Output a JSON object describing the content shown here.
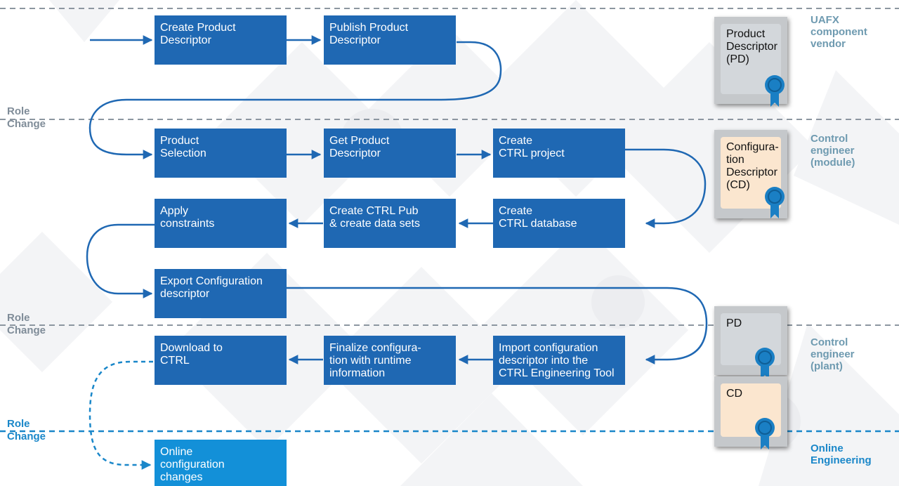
{
  "lanes": [
    {
      "id": "vendor",
      "label": "UAFX\ncomponent\nvendor"
    },
    {
      "id": "module",
      "label": "Control\nengineer\n(module)"
    },
    {
      "id": "plant",
      "label": "Control\nengineer\n(plant)"
    },
    {
      "id": "online",
      "label": "Online\nEngineering"
    }
  ],
  "role_change_label": "Role\nChange",
  "steps": {
    "create_pd": "Create Product\nDescriptor",
    "publish_pd": "Publish Product\nDescriptor",
    "product_selection": "Product\nSelection",
    "get_pd": "Get Product\nDescriptor",
    "create_project": "Create\nCTRL project",
    "apply_constraints": "Apply\nconstraints",
    "create_pub": "Create CTRL Pub\n& create data sets",
    "create_database": "Create\nCTRL database",
    "export_cd": "Export Configuration\ndescriptor",
    "download": "Download to\nCTRL",
    "finalize": "Finalize configura-\ntion with runtime\ninformation",
    "import_cd": "Import configuration\ndescriptor into the\nCTRL Engineering Tool",
    "online_changes": "Online\nconfiguration\nchanges"
  },
  "documents": {
    "pd_vendor": "Product\nDescriptor\n(PD)",
    "cd_module": "Configura-\ntion\nDescriptor\n(CD)",
    "pd_plant": "PD",
    "cd_plant": "CD"
  },
  "colors": {
    "step": "#1f68b3",
    "step_online": "#1390d8",
    "arrow": "#1f68b3",
    "divider": "#8c96a0",
    "divider_online": "#1a87c9",
    "seal": "#1a7fc4",
    "doc_gray": "#d3d7db",
    "doc_peach": "#fbe6cf",
    "background_diamond": "#f2f3f5"
  }
}
